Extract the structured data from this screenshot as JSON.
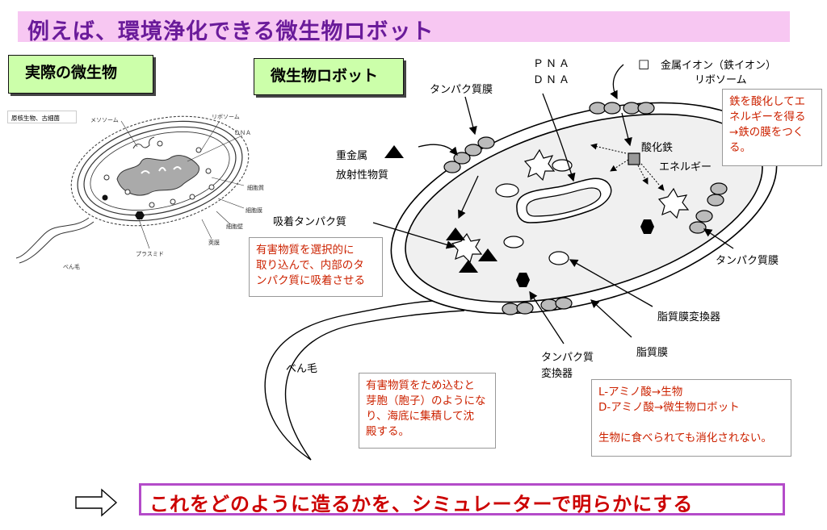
{
  "title": "例えば、環境浄化できる微生物ロボット",
  "left_panel": {
    "header": "実際の微生物",
    "category_box": "原核生物、古細菌",
    "labels": {
      "mesosome": "メソソーム",
      "ribosome": "リボソーム",
      "dna": "ＤＮＡ",
      "cytoplasm": "細胞質",
      "cell_membrane": "細胞膜",
      "cell_wall": "細胞壁",
      "capsule": "莢膜",
      "plasmid": "プラスミド",
      "flagellum": "べん毛"
    }
  },
  "right_panel": {
    "header": "微生物ロボット",
    "labels": {
      "pna": "ＰＮＡ",
      "dna": "ＤＮＡ",
      "metal_ion": "金属イオン（鉄イオン）",
      "ribosome": "リボソーム",
      "protein_membrane_top": "タンパク質膜",
      "heavy_metal": "重金属",
      "radioactive": "放射性物質",
      "iron_oxide": "酸化鉄",
      "energy": "エネルギー",
      "adsorption_protein": "吸着タンパク質",
      "protein_membrane_right": "タンパク質膜",
      "lipid_transducer": "脂質膜変換器",
      "protein_transducer_1": "タンパク質",
      "protein_transducer_2": "変換器",
      "lipid_membrane": "脂質膜",
      "flagellum": "べん毛"
    },
    "legend_square": "□"
  },
  "notes": {
    "iron": [
      "鉄を酸化してエ",
      "ネルギーを得る",
      "→鉄の膜をつく",
      "る。"
    ],
    "adsorb": [
      "有害物質を選択的に",
      "取り込んで、内部のタ",
      "ンパク質に吸着させる"
    ],
    "spore": [
      "有害物質をため込むと",
      "芽胞（胞子）のようにな",
      "り、海底に集積して沈",
      "殿する。"
    ],
    "amino": [
      "L-アミノ酸→生物",
      "D-アミノ酸→微生物ロボット",
      "",
      "生物に食べられても消化されない。"
    ]
  },
  "bottom_text": "これをどのように造るかを、シミュレーターで明らかにする",
  "arrow_glyph": "⇨"
}
